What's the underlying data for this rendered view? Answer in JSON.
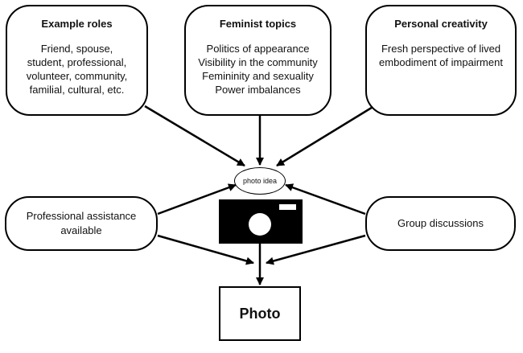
{
  "boxes": {
    "roles": {
      "title": "Example roles",
      "lines": [
        "Friend, spouse,",
        "student, professional,",
        "volunteer, community,",
        "familial, cultural, etc."
      ]
    },
    "feminist": {
      "title": "Feminist topics",
      "lines": [
        "Politics of appearance",
        "Visibility in the community",
        "Femininity and sexuality",
        "Power imbalances"
      ]
    },
    "creativity": {
      "title": "Personal creativity",
      "lines": [
        "Fresh perspective of lived",
        "embodiment of impairment"
      ]
    },
    "assistance": {
      "lines": [
        "Professional assistance",
        "available"
      ]
    },
    "discussions": {
      "lines": [
        "Group discussions"
      ]
    }
  },
  "photo_idea_label": "photo idea",
  "photo_label": "Photo",
  "icons": {
    "camera": "camera-icon"
  },
  "colors": {
    "line": "#000000",
    "camera": "#000000",
    "background": "#ffffff"
  }
}
